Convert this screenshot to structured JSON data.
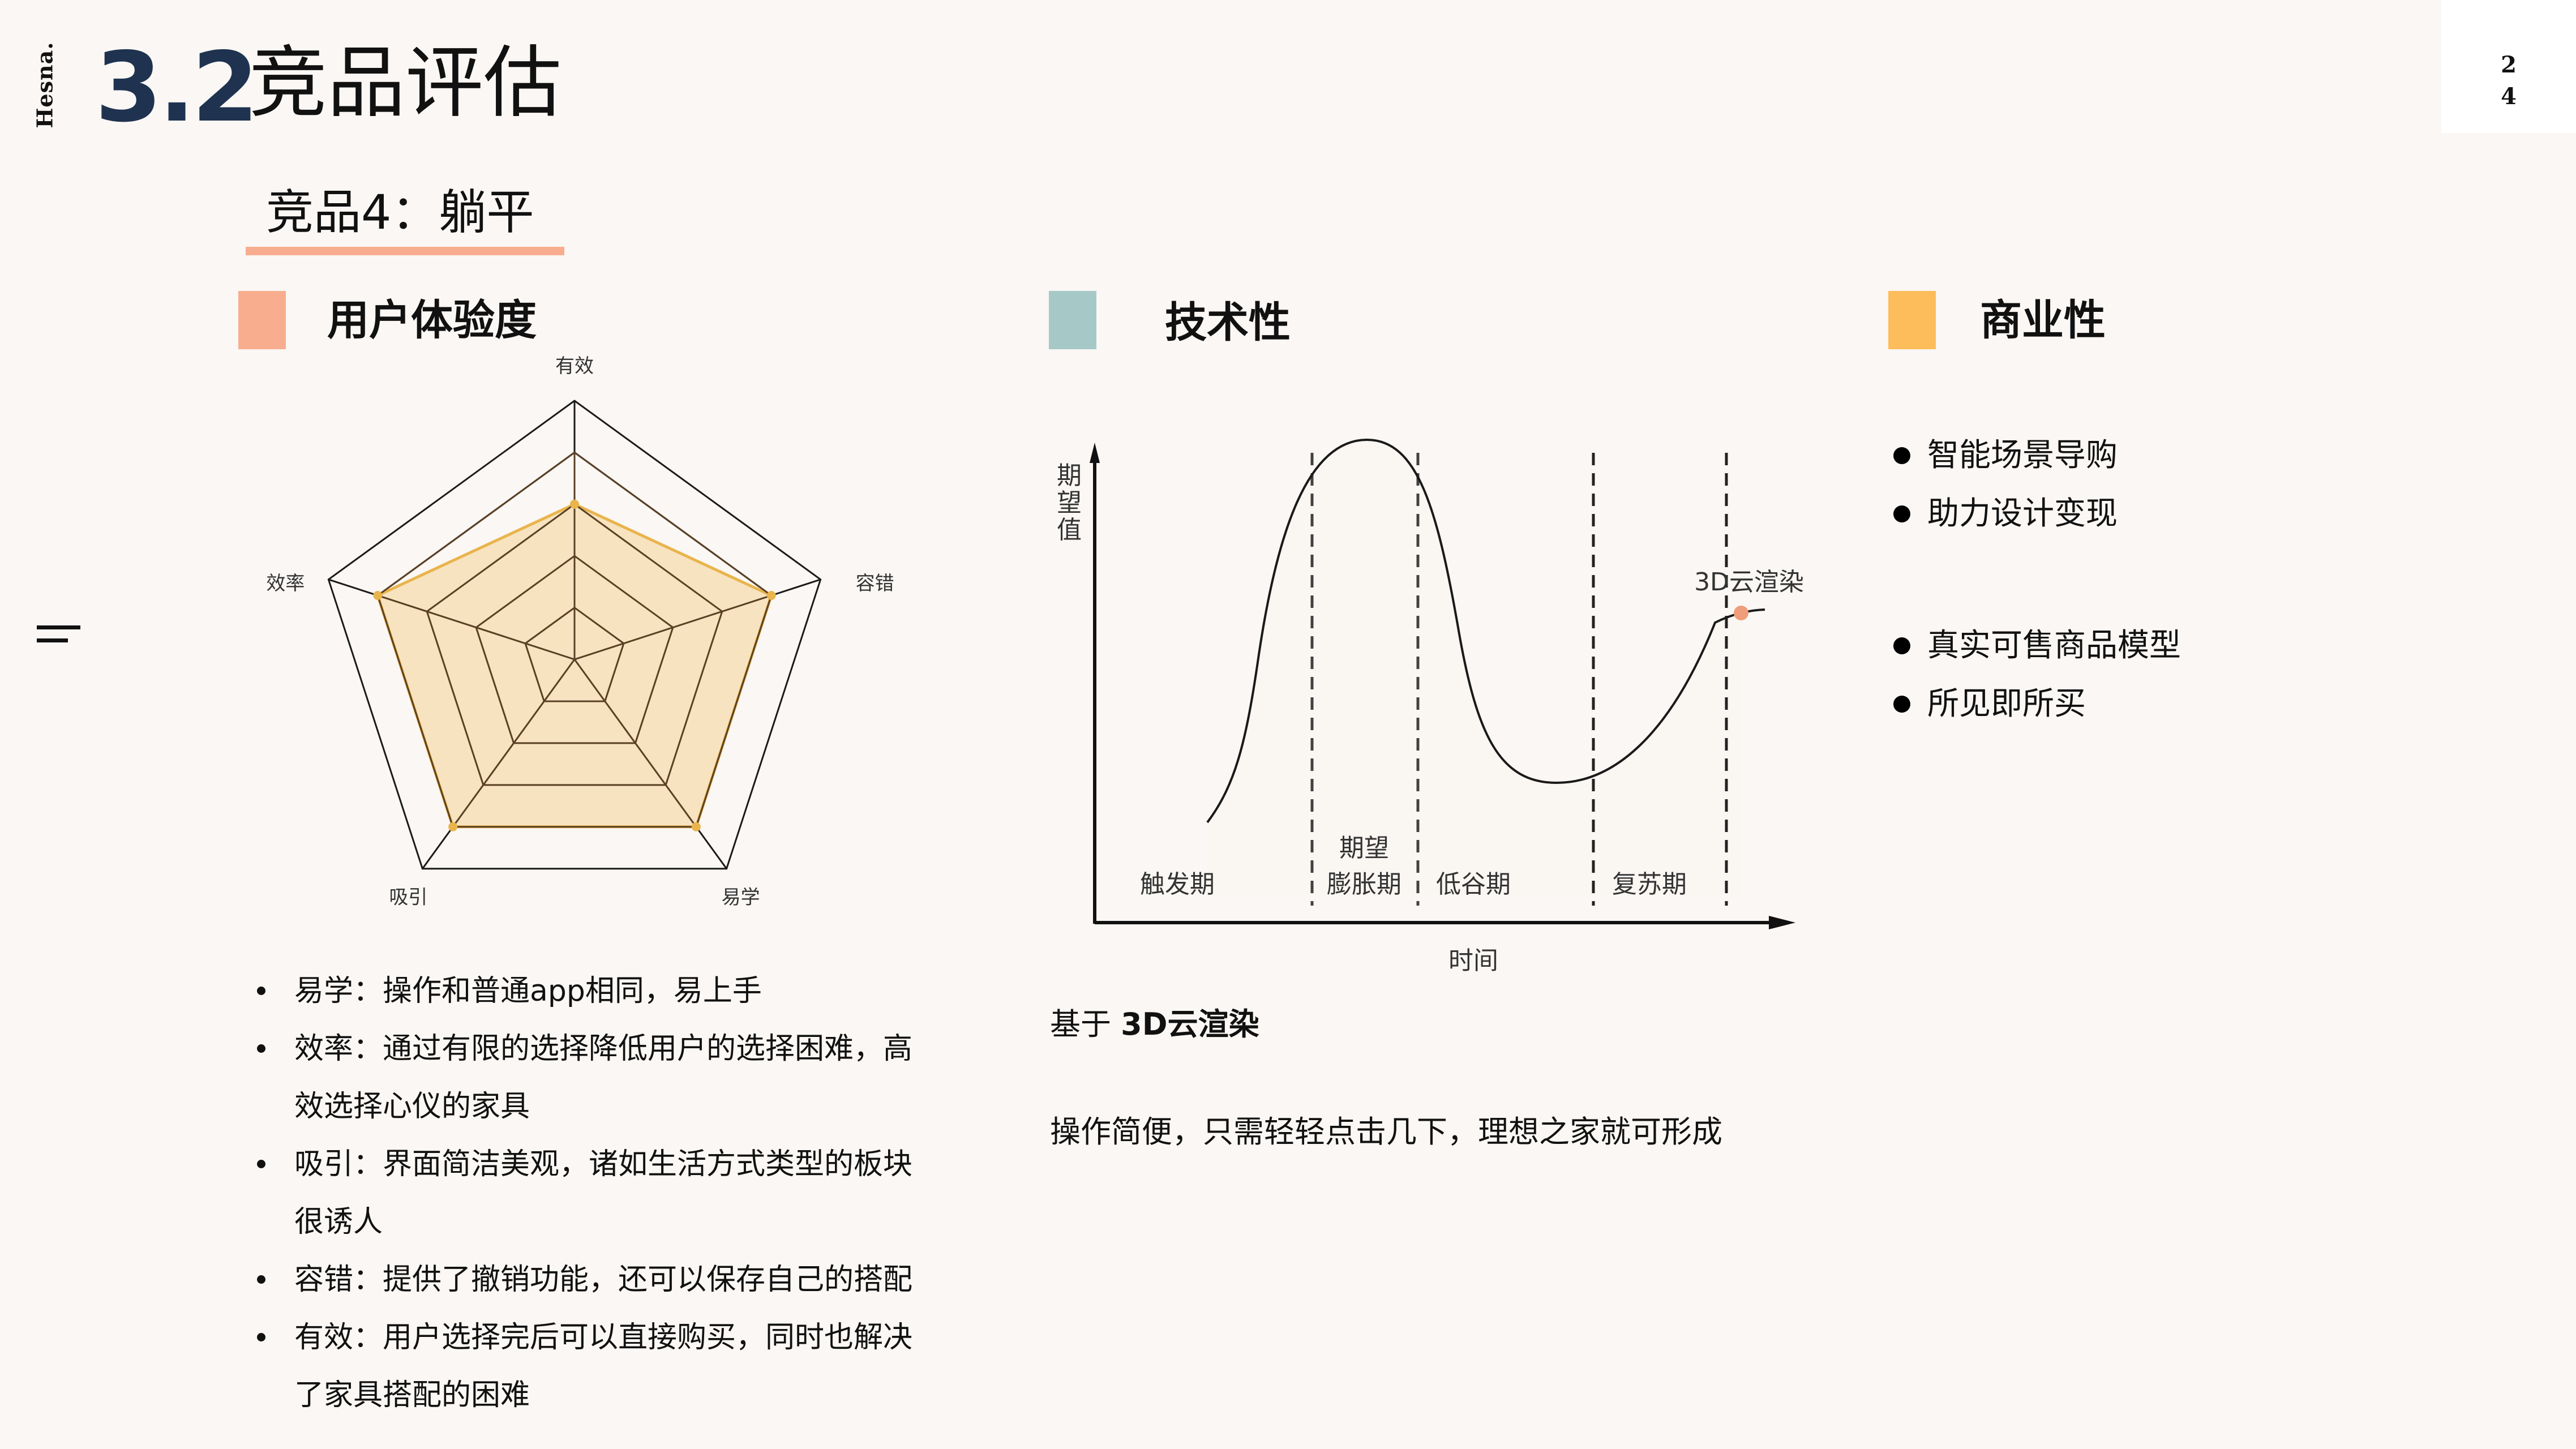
{
  "brand": {
    "name": "Hesna."
  },
  "header": {
    "section_number": "3.2",
    "title": "竞品评估"
  },
  "page": {
    "number_line1": "2",
    "number_line2": "4"
  },
  "competitor": {
    "label": "竞品4：躺平"
  },
  "colors": {
    "accent_peach": "#f8ae8e",
    "accent_teal": "#a6c9c8",
    "accent_orange": "#fdbd5b",
    "navy": "#1f3350",
    "radar_fill": "#f5dcae",
    "radar_stroke": "#e9b44c",
    "curve_fill": "#f0a07e"
  },
  "ux": {
    "title": "用户体验度",
    "bullets": [
      {
        "text": "易学：操作和普通app相同，易上手"
      },
      {
        "text": "效率：通过有限的选择降低用户的选择困难，高效选择心仪的家具"
      },
      {
        "text": "吸引：界面简洁美观，诸如生活方式类型的板块很诱人"
      },
      {
        "text": "容错：提供了撤销功能，还可以保存自己的搭配"
      },
      {
        "text": "有效：用户选择完后可以直接购买，同时也解决了家具搭配的困难"
      }
    ]
  },
  "tech": {
    "title": "技术性",
    "line1_prefix": "基于 ",
    "line1_bold": "3D云渲染",
    "line2": "操作简便，只需轻轻点击几下，理想之家就可形成"
  },
  "biz": {
    "title": "商业性",
    "group1": [
      "智能场景导购",
      "助力设计变现"
    ],
    "group2": [
      "真实可售商品模型",
      "所见即所买"
    ]
  },
  "chart_data": [
    {
      "type": "radar",
      "title": "用户体验度",
      "categories": [
        "有效",
        "容错",
        "易学",
        "吸引",
        "效率"
      ],
      "values": [
        3,
        4,
        4,
        4,
        4
      ],
      "max": 5,
      "rings": 5,
      "legend": "none"
    },
    {
      "type": "line",
      "title": "技术性",
      "xlabel": "时间",
      "ylabel": "期望值",
      "phases": [
        "触发期",
        "期望膨胀期",
        "低谷期",
        "复苏期"
      ],
      "phase_label_lines": [
        [
          "触发期"
        ],
        [
          "期望",
          "膨胀期"
        ],
        [
          "低谷期"
        ],
        [
          "复苏期"
        ]
      ],
      "annotation": {
        "label": "3D云渲染",
        "position": "复苏期末端"
      },
      "curve": "Gartner hype cycle",
      "x": [
        0,
        0.1,
        0.2,
        0.3,
        0.4,
        0.5,
        0.6,
        0.7,
        0.8,
        0.9,
        1.0
      ],
      "y": [
        0.15,
        0.55,
        0.95,
        0.7,
        0.3,
        0.27,
        0.3,
        0.38,
        0.48,
        0.56,
        0.6
      ]
    }
  ]
}
